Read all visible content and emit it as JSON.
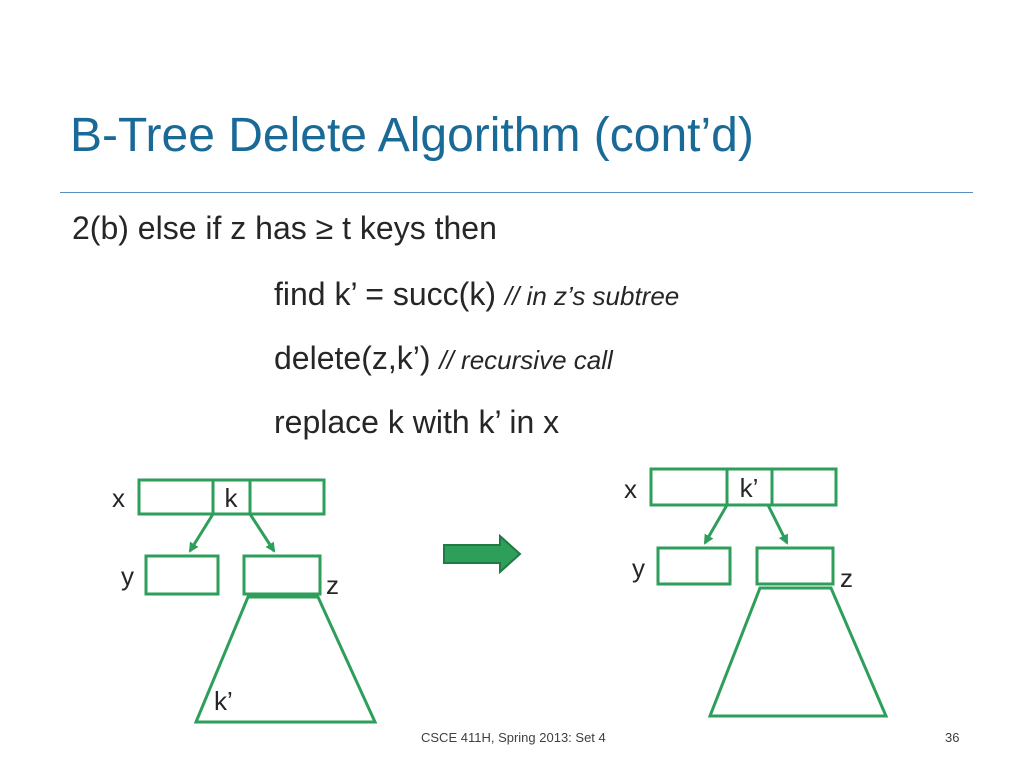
{
  "slide": {
    "title": "B-Tree Delete Algorithm (cont’d)",
    "line1_prefix": "2(b) else if z has ",
    "ge_symbol": "≥",
    "line1_suffix": " t keys then",
    "line2_code": "find k’ = succ(k) ",
    "line2_comment": "// in z’s subtree",
    "line3_code": "delete(z,k’) ",
    "line3_comment": "// recursive call",
    "line4_code": "replace k with k’ in x",
    "footer_center": "CSCE 411H, Spring 2013:  Set 4",
    "page_number": "36"
  },
  "diagram": {
    "colors": {
      "node_stroke": "#2e9e5b",
      "arrow_fill": "#2e9e5b",
      "arrow_stroke": "#1f7a43"
    },
    "before": {
      "label_x": "x",
      "key": "k",
      "label_y": "y",
      "label_z": "z",
      "subtree_key": "k’"
    },
    "after": {
      "label_x": "x",
      "key": "k’",
      "label_y": "y",
      "label_z": "z"
    }
  }
}
